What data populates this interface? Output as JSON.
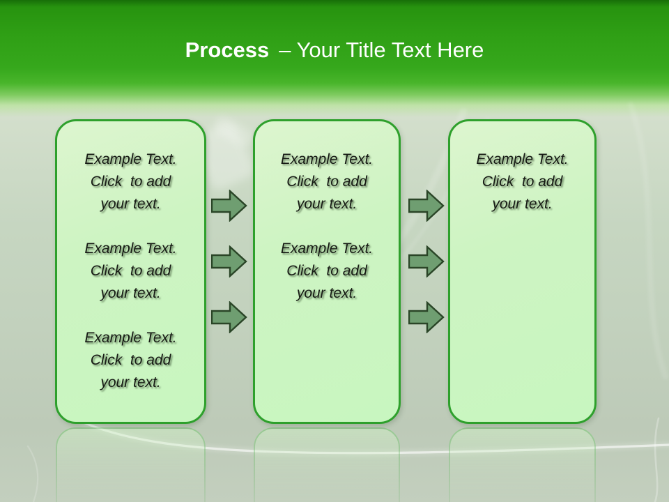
{
  "title": {
    "keyword": "Process",
    "rest": "– Your Title Text Here"
  },
  "boxes": [
    {
      "paragraphs": [
        {
          "lines": [
            "Example Text.",
            "Click  to add",
            "your text."
          ]
        },
        {
          "lines": [
            "Example Text.",
            "Click  to add",
            "your text."
          ]
        },
        {
          "lines": [
            "Example Text.",
            "Click  to add",
            "your text."
          ]
        }
      ]
    },
    {
      "paragraphs": [
        {
          "lines": [
            "Example Text.",
            "Click  to add",
            "your text."
          ]
        },
        {
          "lines": [
            "Example Text.",
            "Click  to add",
            "your text."
          ]
        }
      ]
    },
    {
      "paragraphs": [
        {
          "lines": [
            "Example Text.",
            "Click  to add",
            "your text."
          ]
        }
      ]
    }
  ],
  "icons": {
    "arrow": "right-block-arrow"
  },
  "colors": {
    "header_green": "#2f9f15",
    "header_green_dark": "#176e08",
    "box_fill": "#c9f6c1",
    "box_border": "#2ea02c",
    "arrow_fill": "#6f9e71",
    "arrow_outline": "#2a4527",
    "title_text": "#ffffff",
    "body_text": "#161a14",
    "background": "#c6d6c1"
  }
}
